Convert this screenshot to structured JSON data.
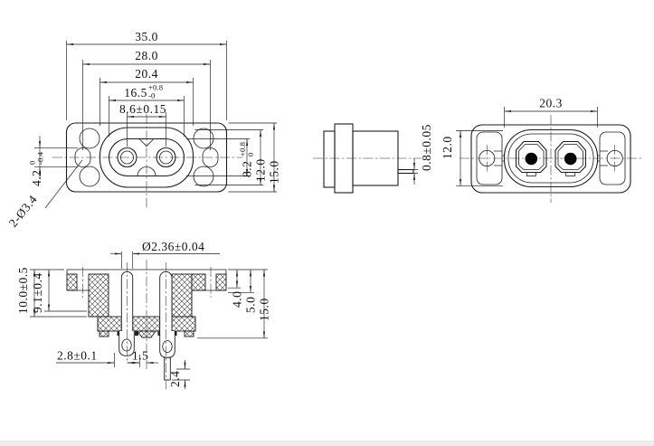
{
  "page": {
    "background": "#ffffff",
    "footer_strip_color": "#ededed"
  },
  "drawing": {
    "line_color": "#1c1c1c",
    "pin_fill_color": "#000000",
    "dims": {
      "rear_overall_width": "35.0",
      "rear_hole_spacing": "28.0",
      "rear_body_width": "20.4",
      "rear_cavity_width": {
        "main": "16.5",
        "tol_up": "+0.8",
        "tol_dn": "-0"
      },
      "rear_pin_pitch": "8.6±0.15",
      "rear_cavity_height": {
        "main": "8.2",
        "tol_up": "+0.8",
        "tol_dn": "0"
      },
      "rear_body_height": "12.0",
      "rear_overall_height": "15.0",
      "rear_slot_height": {
        "main": "4.2",
        "tol_up": "0",
        "tol_dn": "-0.4"
      },
      "rear_holes_note": "2-Ø3.4",
      "side_terminal_thickness": "0.8±0.05",
      "front_shroud_width": "20.3",
      "front_shroud_height": "12.0",
      "sec_pin_diameter": "Ø2.36±0.04",
      "sec_height_total": "10.0±0.5",
      "sec_height_inner": "9.1±0.4",
      "sec_right_4": "4.0",
      "sec_right_5": "5.0",
      "sec_right_15": "15.0",
      "sec_bottom_28": "2.8±0.1",
      "sec_bottom_15": "1.5",
      "sec_tail_24": "2.4"
    }
  }
}
